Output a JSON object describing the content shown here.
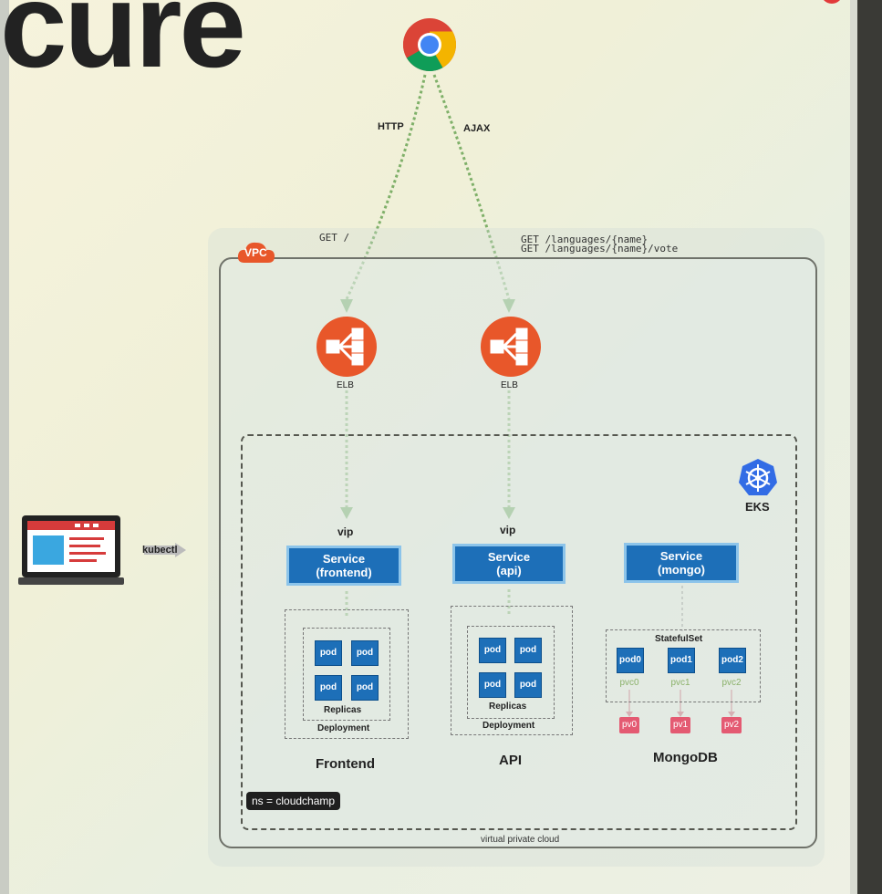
{
  "title_fragment": "cure",
  "browser": {
    "icon": "chrome-icon"
  },
  "protocols": {
    "http": "HTTP",
    "ajax": "AJAX"
  },
  "routes": {
    "frontend": "GET /",
    "api_line1": "GET /languages/{name}",
    "api_line2": "GET /languages/{name}/vote"
  },
  "vpc": {
    "badge": "VPC",
    "caption": "virtual private cloud"
  },
  "elb": {
    "label": "ELB"
  },
  "eks": {
    "label": "EKS"
  },
  "vip": "vip",
  "client": {
    "tool": "kubectl"
  },
  "services": {
    "frontend": {
      "line1": "Service",
      "line2": "(frontend)"
    },
    "api": {
      "line1": "Service",
      "line2": "(api)"
    },
    "mongo": {
      "line1": "Service",
      "line2": "(mongo)"
    }
  },
  "pod_label": "pod",
  "replicas": "Replicas",
  "deployment": "Deployment",
  "statefulset": "StatefulSet",
  "mongo_pods": [
    "pod0",
    "pod1",
    "pod2"
  ],
  "pvcs": [
    "pvc0",
    "pvc1",
    "pvc2"
  ],
  "pvs": [
    "pv0",
    "pv1",
    "pv2"
  ],
  "apps": {
    "frontend": "Frontend",
    "api": "API",
    "mongodb": "MongoDB"
  },
  "namespace": "ns = cloudchamp",
  "colors": {
    "elb": "#e8572a",
    "service": "#1d6fb8",
    "pv": "#e45a72",
    "arrow": "#7fb069",
    "eks": "#326ce5"
  }
}
